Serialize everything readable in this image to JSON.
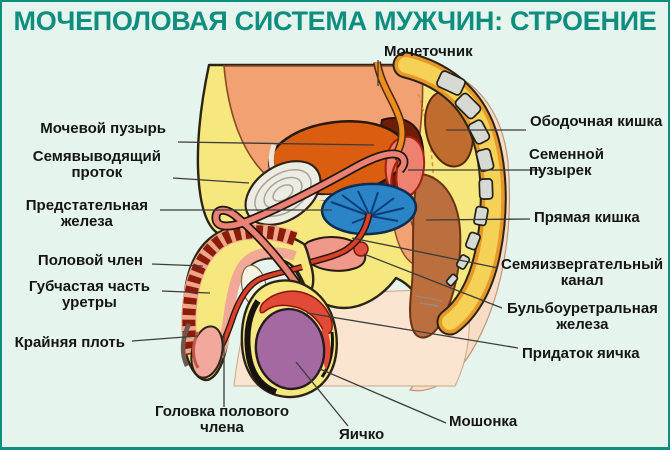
{
  "title": "МОЧЕПОЛОВАЯ СИСТЕМА МУЖЧИН: СТРОЕНИЕ",
  "colors": {
    "accent": "#0f8e80",
    "border": "#0f8e80",
    "background": "#e6f4ee",
    "label_text": "#151515",
    "leader_line": "#3c3c3c",
    "bladder_orange": "#db5e10",
    "prostate_blue": "#2b84c6",
    "testicle_purple": "#a569a2",
    "body_yellow": "#f6e87e",
    "skin_salmon": "#f2a173"
  },
  "labels": {
    "ureter": "Мочеточник",
    "bladder": "Мочевой пузырь",
    "vas_deferens": "Семявыводящий\nпроток",
    "prostate": "Предстательная\nжелеза",
    "penis": "Половой член",
    "spongy_urethra": "Губчастая часть\nуретры",
    "foreskin": "Крайняя плоть",
    "colon": "Ободочная кишка",
    "seminal_vesicle": "Семенной пузырек",
    "rectum": "Прямая кишка",
    "ejaculatory_duct": "Семяизвергательный\nканал",
    "bulbourethral_gland": "Бульбоуретральная\nжелеза",
    "epididymis": "Придаток яичка",
    "glans": "Головка полового\nчлена",
    "testicle": "Яичко",
    "scrotum": "Мошонка"
  }
}
